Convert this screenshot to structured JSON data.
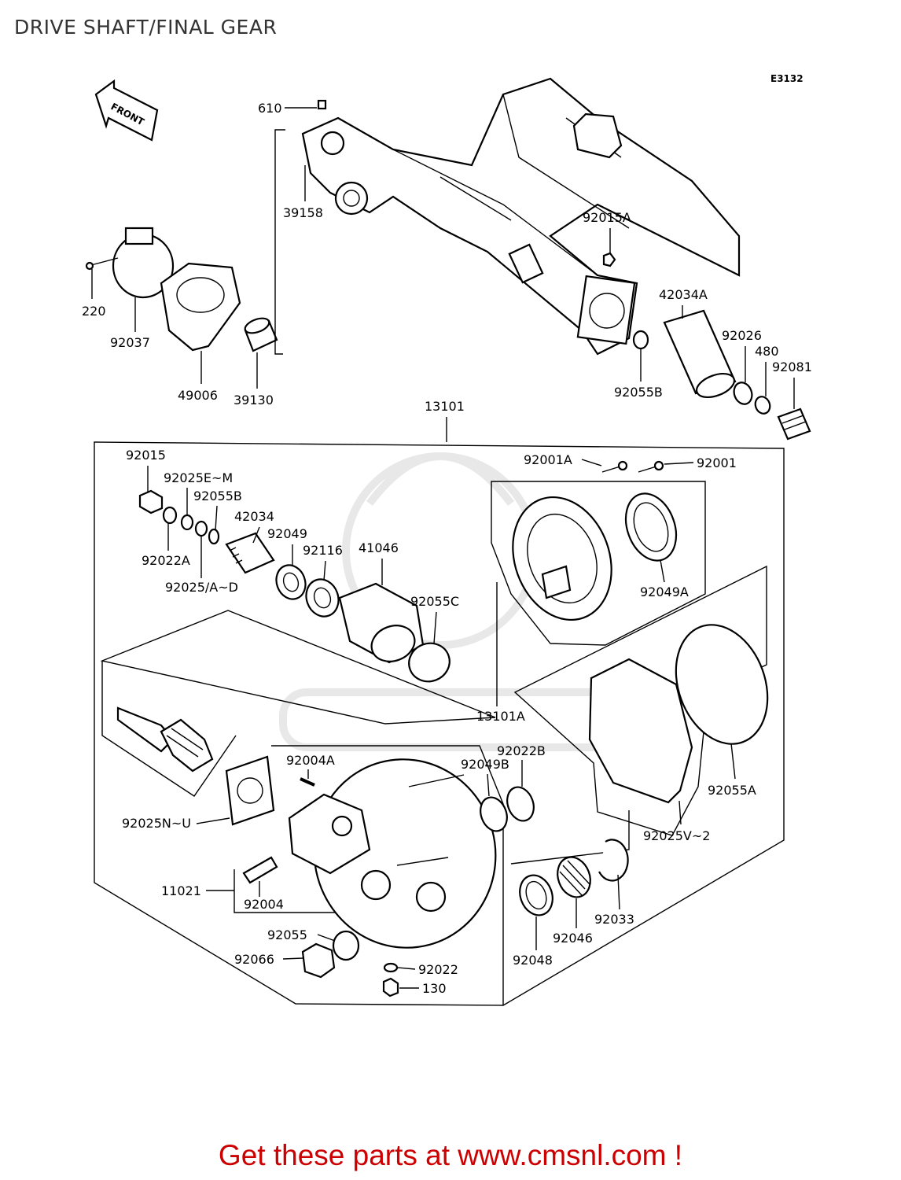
{
  "header": {
    "title": "DRIVE SHAFT/FINAL GEAR",
    "diagram_code": "E3132",
    "front_arrow_label": "FRONT"
  },
  "parts": {
    "p610": "610",
    "p39158": "39158",
    "p92015A": "92015A",
    "p42034A": "42034A",
    "p220": "220",
    "p92037": "92037",
    "p49006": "49006",
    "p39130": "39130",
    "p92026": "92026",
    "p480": "480",
    "p92081": "92081",
    "p92055B_top": "92055B",
    "p13101": "13101",
    "p92015": "92015",
    "p92025EM": "92025E~M",
    "p92055B": "92055B",
    "p42034": "42034",
    "p92049": "92049",
    "p92116": "92116",
    "p41046": "41046",
    "p92022A": "92022A",
    "p92025AD": "92025/A~D",
    "p92055C": "92055C",
    "p92001A": "92001A",
    "p92001": "92001",
    "p92049A": "92049A",
    "p13101A": "13101A",
    "p92004A": "92004A",
    "p92022B": "92022B",
    "p92049B": "92049B",
    "p92055A": "92055A",
    "p92025NU": "92025N~U",
    "p11021": "11021",
    "p92004": "92004",
    "p92025V2": "92025V~2",
    "p92055": "92055",
    "p92066": "92066",
    "p92033": "92033",
    "p92046": "92046",
    "p92048": "92048",
    "p92022": "92022",
    "p130": "130"
  },
  "footer": {
    "promo": "Get these parts at www.cmsnl.com !"
  }
}
